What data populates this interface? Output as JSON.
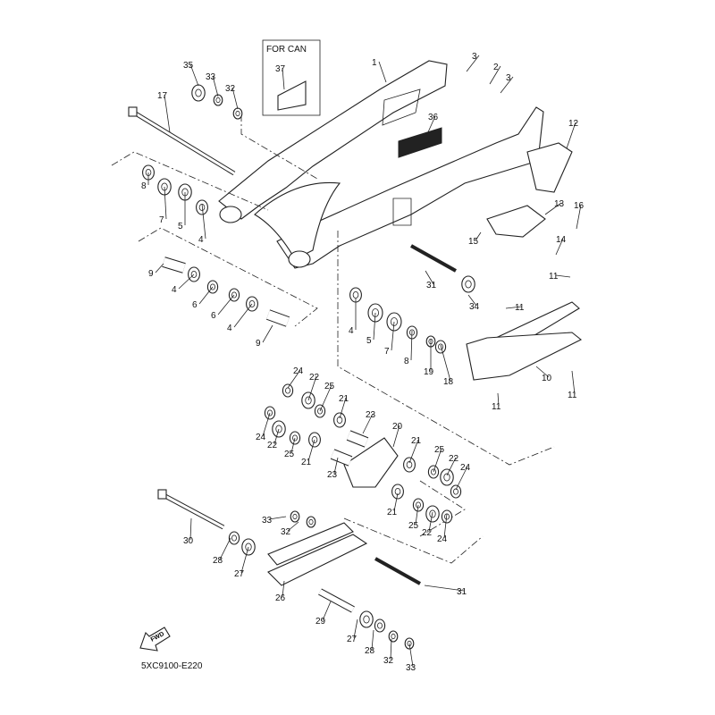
{
  "diagram": {
    "for_can_label": "FOR CAN",
    "part_code": "5XC9100-E220",
    "fwd_label": "FWD",
    "callouts": [
      "35",
      "33",
      "32",
      "37",
      "1",
      "3",
      "2",
      "3",
      "17",
      "36",
      "12",
      "8",
      "7",
      "5",
      "4",
      "13",
      "16",
      "15",
      "14",
      "9",
      "4",
      "6",
      "6",
      "4",
      "9",
      "31",
      "34",
      "11",
      "11",
      "4",
      "5",
      "7",
      "8",
      "19",
      "18",
      "10",
      "11",
      "11",
      "24",
      "22",
      "25",
      "21",
      "23",
      "20",
      "24",
      "22",
      "25",
      "21",
      "23",
      "21",
      "25",
      "22",
      "24",
      "21",
      "25",
      "22",
      "24",
      "33",
      "32",
      "30",
      "28",
      "27",
      "26",
      "31",
      "29",
      "27",
      "28",
      "32",
      "33"
    ]
  }
}
